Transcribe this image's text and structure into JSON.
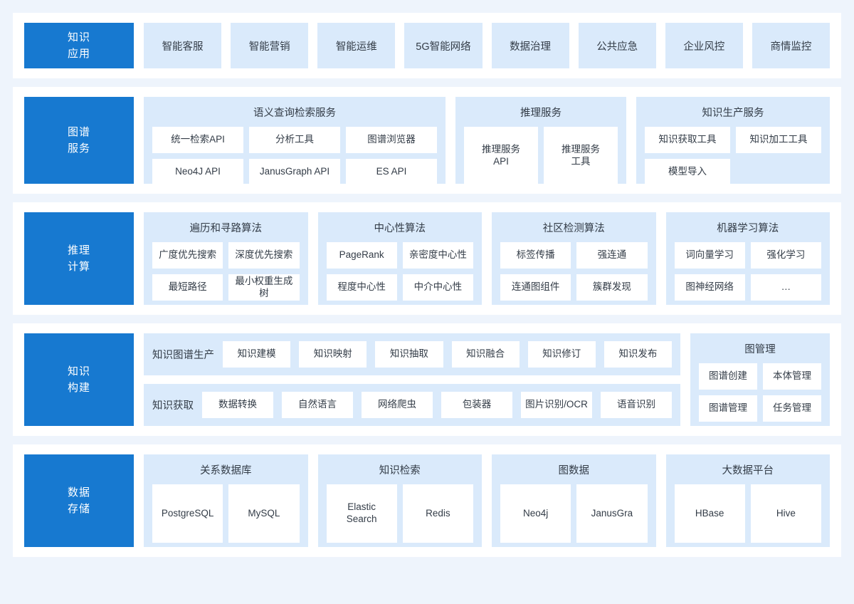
{
  "theme": {
    "page_background": "#eef4fc",
    "card_background": "#ffffff",
    "accent_blue": "#1779d0",
    "panel_blue": "#daeafb",
    "text_color": "#333c47"
  },
  "rows": [
    {
      "label": "知识\n应用",
      "label_lines": [
        "知识",
        "应用"
      ],
      "apps": [
        "智能客服",
        "智能营销",
        "智能运维",
        "5G智能网络",
        "数据治理",
        "公共应急",
        "企业风控",
        "商情监控"
      ]
    },
    {
      "label_lines": [
        "图谱",
        "服务"
      ],
      "panels": [
        {
          "title": "语义查询检索服务",
          "cells": [
            "统一检索API",
            "分析工具",
            "图谱浏览器",
            "Neo4J API",
            "JanusGraph API",
            "ES API"
          ]
        },
        {
          "title": "推理服务",
          "cells": [
            "推理服务\nAPI",
            "推理服务\n工具"
          ]
        },
        {
          "title": "知识生产服务",
          "cells": [
            "知识获取工具",
            "知识加工工具",
            "模型导入"
          ]
        }
      ]
    },
    {
      "label_lines": [
        "推理",
        "计算"
      ],
      "panels": [
        {
          "title": "遍历和寻路算法",
          "cells": [
            "广度优先搜索",
            "深度优先搜索",
            "最短路径",
            "最小权重生成树"
          ]
        },
        {
          "title": "中心性算法",
          "cells": [
            "PageRank",
            "亲密度中心性",
            "程度中心性",
            "中介中心性"
          ]
        },
        {
          "title": "社区检测算法",
          "cells": [
            "标签传播",
            "强连通",
            "连通图组件",
            "簇群发现"
          ]
        },
        {
          "title": "机器学习算法",
          "cells": [
            "词向量学习",
            "强化学习",
            "图神经网络",
            "…"
          ]
        }
      ]
    },
    {
      "label_lines": [
        "知识",
        "构建"
      ],
      "bands": [
        {
          "label": "知识图谱生产",
          "cells": [
            "知识建模",
            "知识映射",
            "知识抽取",
            "知识融合",
            "知识修订",
            "知识发布"
          ]
        },
        {
          "label": "知识获取",
          "cells": [
            "数据转换",
            "自然语言",
            "网络爬虫",
            "包装器",
            "图片识别/OCR",
            "语音识别"
          ]
        }
      ],
      "side_panel": {
        "title": "图管理",
        "cells": [
          "图谱创建",
          "本体管理",
          "图谱管理",
          "任务管理"
        ]
      }
    },
    {
      "label_lines": [
        "数据",
        "存储"
      ],
      "panels": [
        {
          "title": "关系数据库",
          "cells": [
            "PostgreSQL",
            "MySQL"
          ]
        },
        {
          "title": "知识检索",
          "cells": [
            "Elastic\nSearch",
            "Redis"
          ]
        },
        {
          "title": "图数据",
          "cells": [
            "Neo4j",
            "JanusGra"
          ]
        },
        {
          "title": "大数据平台",
          "cells": [
            "HBase",
            "Hive"
          ]
        }
      ]
    }
  ]
}
